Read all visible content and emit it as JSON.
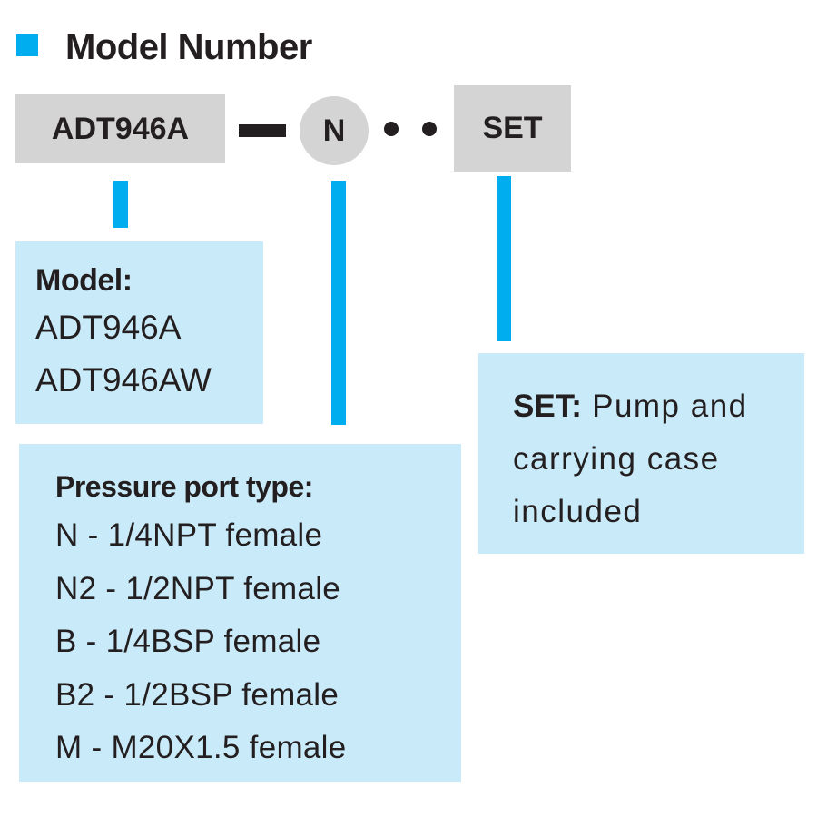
{
  "colors": {
    "accent_blue": "#00aeef",
    "panel_bg": "#c9eaf8",
    "code_box_bg": "#d4d4d4",
    "text": "#231f20"
  },
  "title": "Model Number",
  "code": {
    "model": "ADT946A",
    "port": "N",
    "option": "SET"
  },
  "model_panel": {
    "heading": "Model:",
    "items": [
      "ADT946A",
      "ADT946AW"
    ]
  },
  "port_panel": {
    "heading": "Pressure port type:",
    "items": [
      "N - 1/4NPT female",
      "N2 - 1/2NPT female",
      "B - 1/4BSP female",
      "B2 - 1/2BSP female",
      "M - M20X1.5 female"
    ]
  },
  "set_panel": {
    "heading": "SET:",
    "lines": [
      "Pump and",
      "carrying case",
      "included"
    ]
  }
}
